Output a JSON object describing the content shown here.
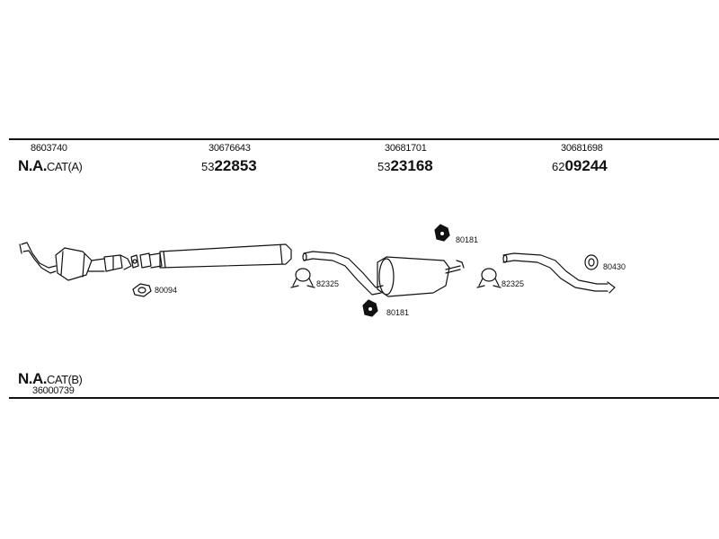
{
  "header": {
    "col1": {
      "part_no": "8603740",
      "name_bold": "N.A.",
      "name_rest": "CAT(A)"
    },
    "col2": {
      "part_no": "30676643",
      "prefix": "53",
      "code": "22853"
    },
    "col3": {
      "part_no": "30681701",
      "prefix": "53",
      "code": "23168"
    },
    "col4": {
      "part_no": "30681698",
      "prefix": "62",
      "code": "09244"
    }
  },
  "parts": {
    "gasket": "80094",
    "clamp_left": "82325",
    "clamp_right": "82325",
    "rubber_top": "80181",
    "rubber_bottom": "80181",
    "ring": "80430"
  },
  "footer": {
    "name_bold": "N.A.",
    "name_rest": "CAT(B)",
    "part_no": "36000739"
  }
}
